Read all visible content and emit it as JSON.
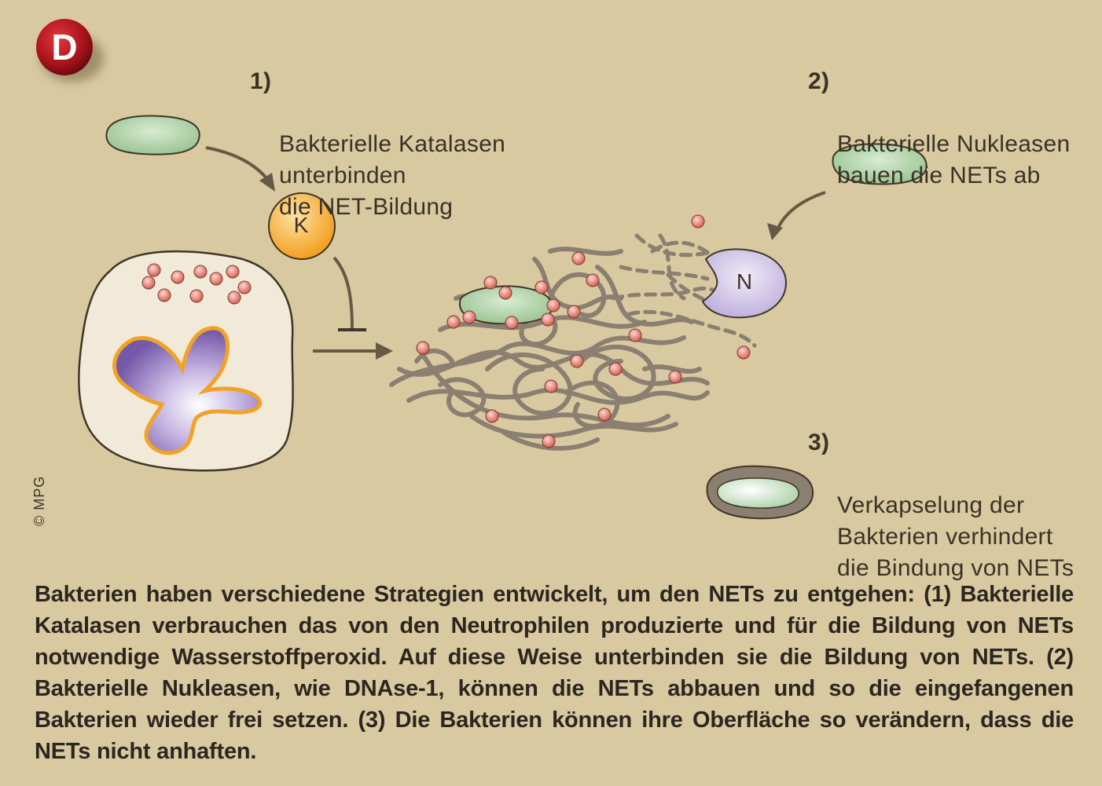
{
  "badge": {
    "letter": "D",
    "color": "#b2141d"
  },
  "steps": [
    {
      "number": "1)",
      "text": "Bakterielle Katalasen\nunterbinden\ndie NET-Bildung"
    },
    {
      "number": "2)",
      "text": "Bakterielle Nukleasen\nbauen die NETs ab"
    },
    {
      "number": "3)",
      "text": "Verkapselung der\nBakterien verhindert\ndie Bindung von NETs"
    }
  ],
  "enzymes": {
    "catalase_letter": "K",
    "nuclease_letter": "N"
  },
  "copyright": "© MPG",
  "caption": "Bakterien haben verschiedene Strategien entwickelt, um den NETs zu entgehen: (1) Bakterielle Katalasen verbrauchen das von den Neutrophilen produzierte und für die Bildung von NETs notwendige Wasserstoffperoxid. Auf diese Weise unterbinden sie die Bildung von NETs. (2) Bakterielle Nukleasen, wie DNAse-1, können die NETs abbauen und so die eingefangenen Bakterien wieder frei setzen. (3) Die Bakterien können ihre Oberfläche so verändern, dass die NETs nicht anhaften.",
  "colors": {
    "background": "#d8c9a0",
    "bacterium": "#a8cba0",
    "catalase": "#f5a623",
    "nuclease": "#c7bde0",
    "nucleus": "#8a6fb5",
    "granule": "#e48b7f",
    "net_fiber": "#8a7f70",
    "arrow": "#675a44"
  }
}
